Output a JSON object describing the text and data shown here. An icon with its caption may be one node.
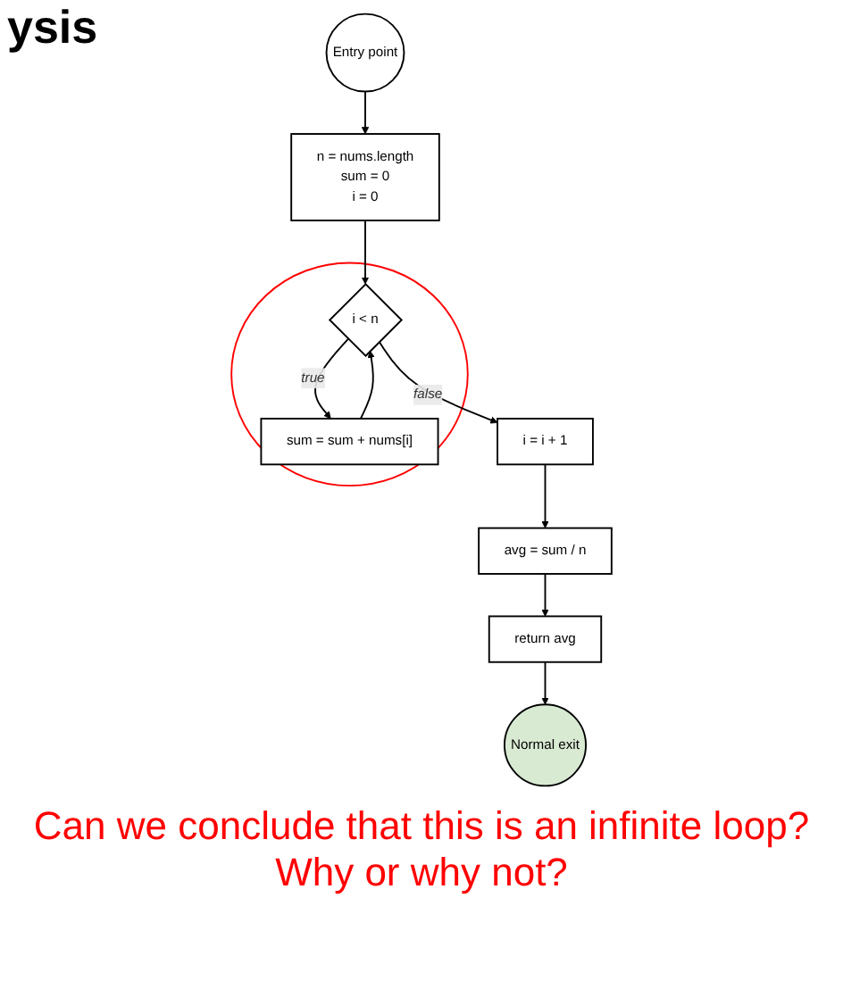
{
  "diagram": {
    "title": "ysis",
    "nodes": [
      {
        "text": [
          "Entry point"
        ]
      },
      {
        "text": [
          "n = nums.length",
          "sum = 0",
          "i = 0"
        ]
      },
      {
        "text": [],
        "shape": "ellipse"
      },
      {
        "text": [
          "i < n"
        ],
        "in": 2
      },
      {
        "text": [
          "sum = sum + nums[i]"
        ],
        "in": 2
      },
      {
        "text": [
          "i = i + 1"
        ]
      },
      {
        "text": [
          "avg = sum / n"
        ]
      },
      {
        "text": [
          "return avg"
        ]
      },
      {
        "text": [
          "Normal exit"
        ]
      }
    ],
    "edges": [
      {
        "from": 0,
        "to": 1,
        "arrow": "to"
      },
      {
        "from": 1,
        "to": 3,
        "arrow": "to"
      },
      {
        "from": 3,
        "to": 5,
        "label": "false",
        "arrow": "to"
      },
      {
        "from": 3,
        "to": 4,
        "label": "true",
        "arrow": "to"
      },
      {
        "from": 4,
        "to": 3,
        "arrow": "to"
      },
      {
        "from": 5,
        "to": 6,
        "arrow": "to"
      },
      {
        "from": 6,
        "to": 7,
        "arrow": "to"
      },
      {
        "from": 7,
        "to": 8,
        "arrow": "to"
      }
    ],
    "labels": [
      "Can we conclude that this is an infinite loop? Why or why not?"
    ]
  }
}
